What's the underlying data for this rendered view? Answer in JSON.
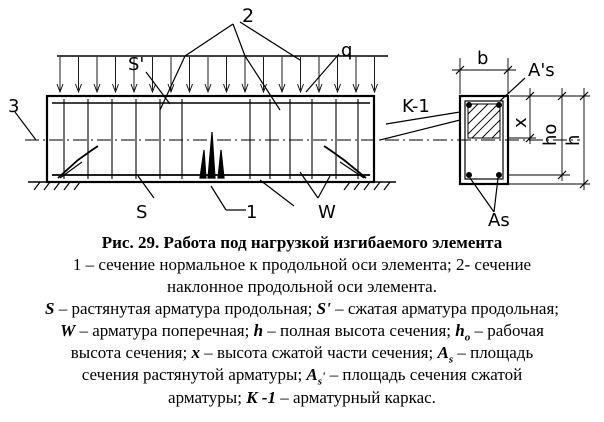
{
  "labels": {
    "two": "2",
    "s_prime": "S'",
    "q": "q",
    "three": "3",
    "k1": "K-1",
    "s": "S",
    "one": "1",
    "w": "W",
    "b": "b",
    "as_prime": "A's",
    "x": "x",
    "ho": "ho",
    "h": "h",
    "as": "As"
  },
  "caption": {
    "title": "Рис. 29. Работа под нагрузкой изгибаемого элемента",
    "line1": "1 – сечение нормальное к продольной оси элемента; 2- сечение",
    "line2": "наклонное  продольной оси элемента.",
    "p1_s": "S",
    "p1_a": " – растянутая арматура продольная; ",
    "p1_sp": "S'",
    "p1_b": " – сжатая арматура продольная;",
    "p2_w": "W",
    "p2_a": " – арматура поперечная; ",
    "p2_h": "h",
    "p2_b": " – полная высота сечения; ",
    "p2_ho": "h",
    "p2_ho_sub": "o",
    "p2_c": " – рабочая",
    "p3_a": "высота сечения; ",
    "p3_x": "x",
    "p3_b": " – высота сжатой части сечения; ",
    "p3_as": "A",
    "p3_as_sub": "s",
    "p3_c": " – площадь",
    "p4_a": "сечения растянутой арматуры; ",
    "p4_as": "A",
    "p4_as_sub": "s",
    "p4_prime": "'",
    "p4_b": " – площадь сечения сжатой",
    "p5_a": "арматуры; ",
    "p5_k": "K -1",
    "p5_b": " – арматурный каркас."
  }
}
